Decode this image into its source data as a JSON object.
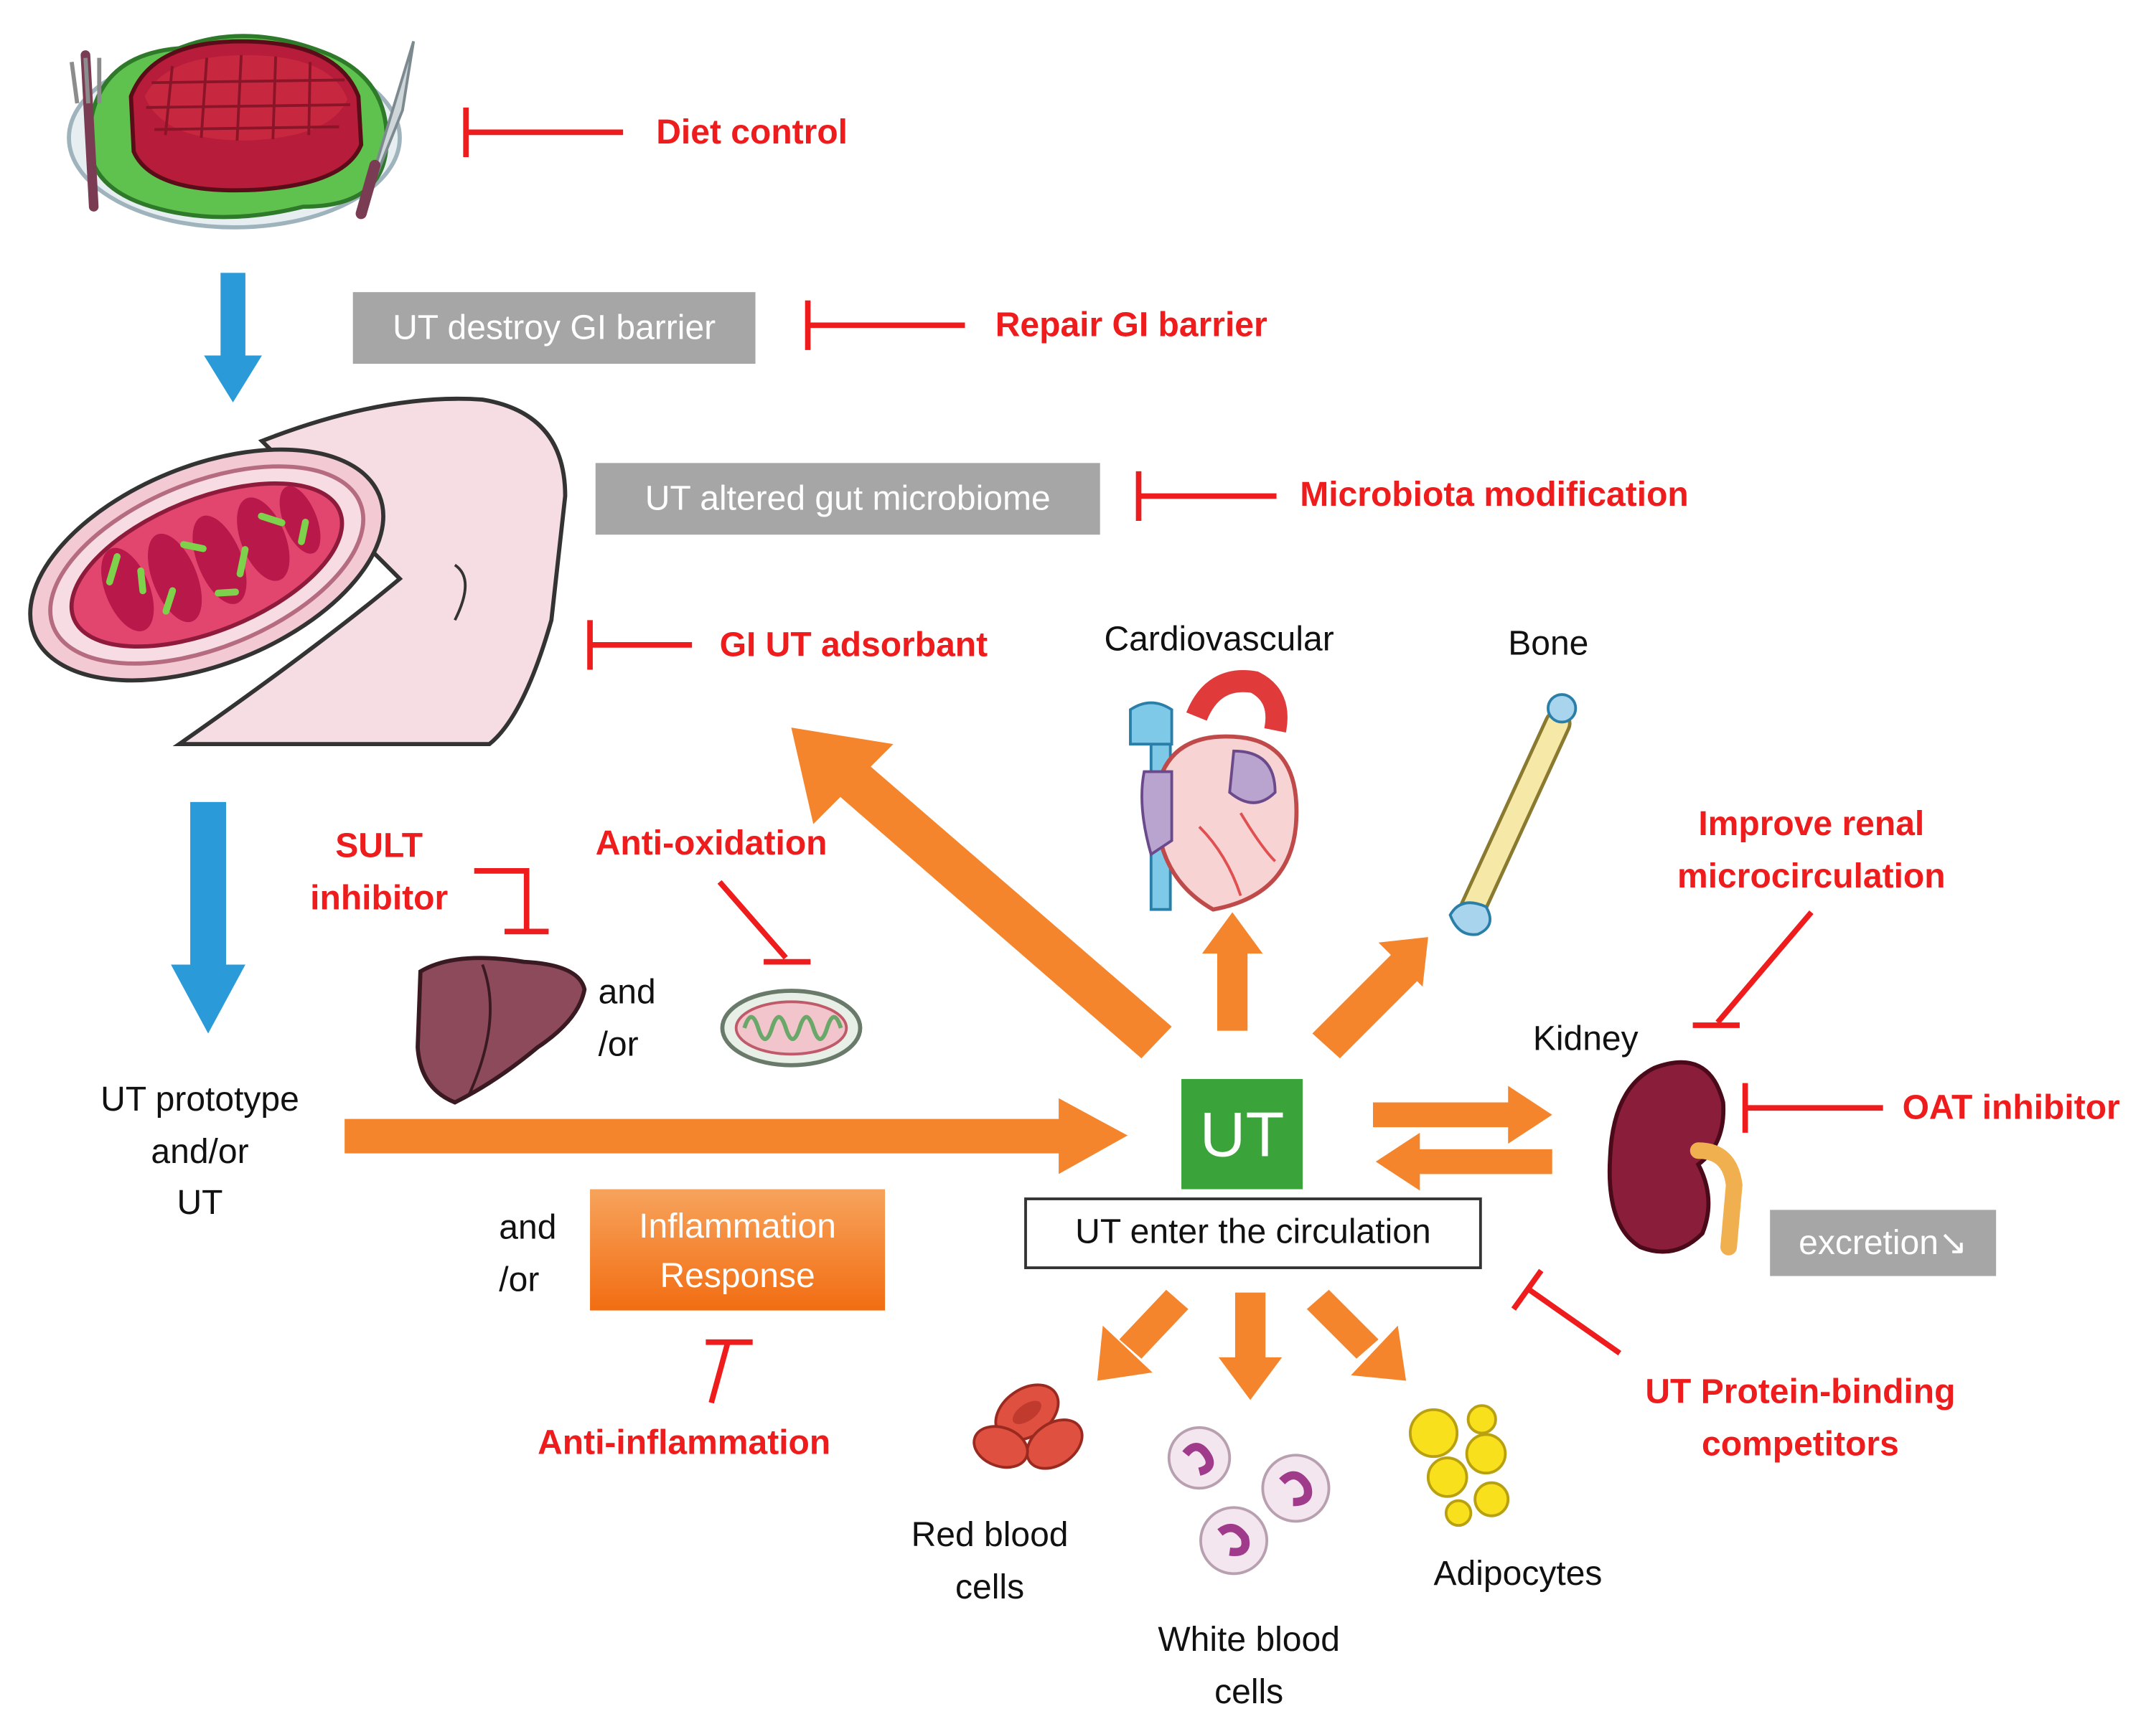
{
  "interventions": {
    "diet_control": "Diet control",
    "repair_gi_barrier": "Repair GI barrier",
    "microbiota_modification": "Microbiota modification",
    "gi_ut_adsorbant": "GI UT adsorbant",
    "sult_inhibitor": "SULT\ninhibitor",
    "anti_oxidation": "Anti-oxidation",
    "improve_renal": "Improve renal\nmicrocirculation",
    "oat_inhibitor": "OAT inhibitor",
    "anti_inflammation": "Anti-inflammation",
    "ut_protein_binding": "UT Protein-binding\ncompetitors"
  },
  "effects": {
    "destroy_gi_barrier": "UT destroy GI barrier",
    "altered_microbiome": "UT altered gut microbiome",
    "excretion": "excretion↘",
    "inflammation_response": "Inflammation\nResponse"
  },
  "labels": {
    "ut_prototype": "UT prototype\nand/or\nUT",
    "and_or_liver": "and\n/or",
    "and_or_inflam": "and\n/or",
    "ut_center": "UT",
    "ut_enter_circulation": "UT enter the circulation"
  },
  "organs": {
    "cardiovascular": "Cardiovascular",
    "bone": "Bone",
    "kidney": "Kidney",
    "red_blood_cells": "Red blood\ncells",
    "white_blood_cells": "White blood\ncells",
    "adipocytes": "Adipocytes"
  },
  "colors": {
    "inhibit_red": "#ee1c1c",
    "arrow_orange": "#f4852c",
    "arrow_blue": "#2a9ad8",
    "ut_green": "#3aa33a",
    "grey_box": "#a6a6a6",
    "inflammation_orange": "#f47b20"
  }
}
